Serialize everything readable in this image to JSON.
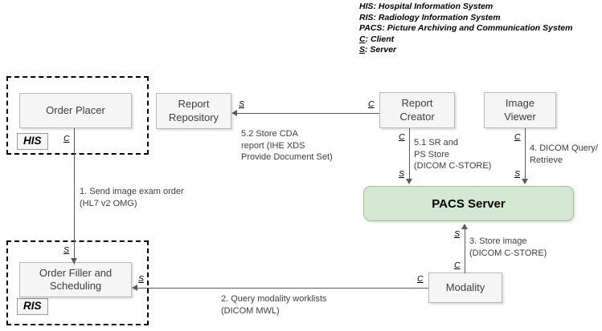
{
  "legend": {
    "lines": [
      "HIS: Hospital Information System",
      "RIS: Radiology Information System",
      "PACS: Picture Archiving and Communication System"
    ],
    "client": {
      "letter": "C",
      "text": ": Client"
    },
    "server": {
      "letter": "S",
      "text": ": Server"
    }
  },
  "domains": {
    "his": {
      "tag": "HIS"
    },
    "ris": {
      "tag": "RIS"
    }
  },
  "nodes": {
    "order_placer": "Order Placer",
    "report_repository": "Report\nRepository",
    "report_creator": "Report\nCreator",
    "image_viewer": "Image\nViewer",
    "pacs_server": "PACS Server",
    "order_filler": "Order Filler and\nScheduling",
    "modality": "Modality"
  },
  "markers": {
    "order_placer_client": "C",
    "order_filler_server": "S",
    "order_filler_server_right": "S",
    "report_repo_server": "S",
    "report_creator_client_left": "C",
    "report_creator_client_bottom": "C",
    "pacs_server_from_creator": "S",
    "image_viewer_client": "C",
    "pacs_server_from_viewer": "S",
    "pacs_server_from_modality": "S",
    "modality_client_top": "C",
    "modality_client_left": "C"
  },
  "flows": {
    "step1": "1. Send image exam order\n(HL7 v2 OMG)",
    "step2": "2. Query modality worklists\n(DICOM MWL)",
    "step3": "3. Store image\n(DICOM C-STORE)",
    "step4": "4. DICOM Query/\nRetrieve",
    "step5_1": "5.1 SR and\nPS Store\n(DICOM C-STORE)",
    "step5_2": "5.2 Store CDA\nreport  (IHE XDS\nProvide Document Set)"
  },
  "colors": {
    "node_fill": "#f5f5f5",
    "node_stroke": "#b8b8b8",
    "pacs_fill": "#d5e8d4",
    "pacs_stroke": "#9cc093",
    "line": "#5a5a5a",
    "text": "#3d3d3d"
  }
}
